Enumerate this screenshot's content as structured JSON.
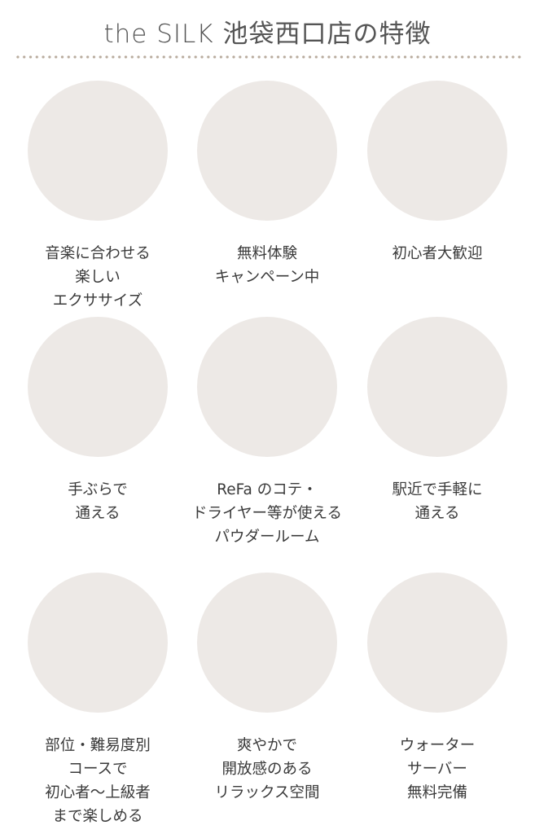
{
  "title": "the SILK 池袋西口店の特徴",
  "colors": {
    "circle": "#ede9e6",
    "dots": "#b9ac9e",
    "icon": "#3c3c3c"
  },
  "features": [
    {
      "icon": "music-notes-icon",
      "lines": [
        "音楽に合わせる",
        "楽しい",
        "エクササイズ"
      ]
    },
    {
      "icon": "zero-yen-icon",
      "lines": [
        "無料体験",
        "キャンペーン中"
      ]
    },
    {
      "icon": "beginner-mark-icon",
      "lines": [
        "初心者大歓迎"
      ]
    },
    {
      "icon": "tshirt-yoga-mat-icon",
      "lines": [
        "手ぶらで",
        "通える"
      ]
    },
    {
      "icon": "hair-dryer-icon",
      "lines": [
        "ReFa のコテ・",
        "ドライヤー等が使える",
        "パウダールーム"
      ]
    },
    {
      "icon": "train-icon",
      "lines": [
        "駅近で手軽に",
        "通える"
      ]
    },
    {
      "icon": "stairs-arrow-icon",
      "lines": [
        "部位・難易度別",
        "コースで",
        "初心者〜上級者",
        "まで楽しめる"
      ]
    },
    {
      "icon": "sparkle-flowers-icon",
      "lines": [
        "爽やかで",
        "開放感のある",
        "リラックス空間"
      ]
    },
    {
      "icon": "water-server-icon",
      "lines": [
        "ウォーター",
        "サーバー",
        "無料完備"
      ]
    }
  ]
}
